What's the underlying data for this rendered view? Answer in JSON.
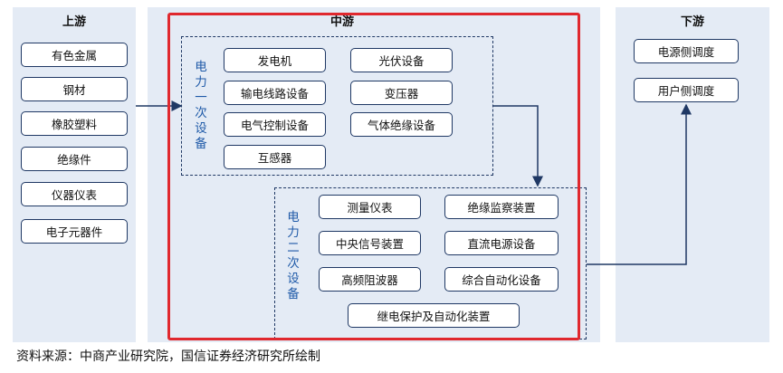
{
  "upstream": {
    "title": "上游",
    "items": [
      "有色金属",
      "钢材",
      "橡胶塑料",
      "绝缘件",
      "仪器仪表",
      "电子元器件"
    ]
  },
  "midstream": {
    "title": "中游",
    "primary": {
      "label": "电力一次设备",
      "left_items": [
        "发电机",
        "输电线路设备",
        "电气控制设备",
        "互感器"
      ],
      "right_items": [
        "光伏设备",
        "变压器",
        "气体绝缘设备"
      ]
    },
    "secondary": {
      "label": "电力二次设备",
      "left_items": [
        "测量仪表",
        "中央信号装置",
        "高频阻波器"
      ],
      "right_items": [
        "绝缘监察装置",
        "直流电源设备",
        "综合自动化设备"
      ],
      "bottom_item": "继电保护及自动化装置"
    }
  },
  "downstream": {
    "title": "下游",
    "items": [
      "电源侧调度",
      "用户侧调度"
    ]
  },
  "colors": {
    "panel_bg": "#e4ebf5",
    "border": "#1f3864",
    "highlight": "#e0282e",
    "label": "#1f5aa8"
  },
  "source": "资料来源：中商产业研究院，国信证券经济研究所绘制"
}
